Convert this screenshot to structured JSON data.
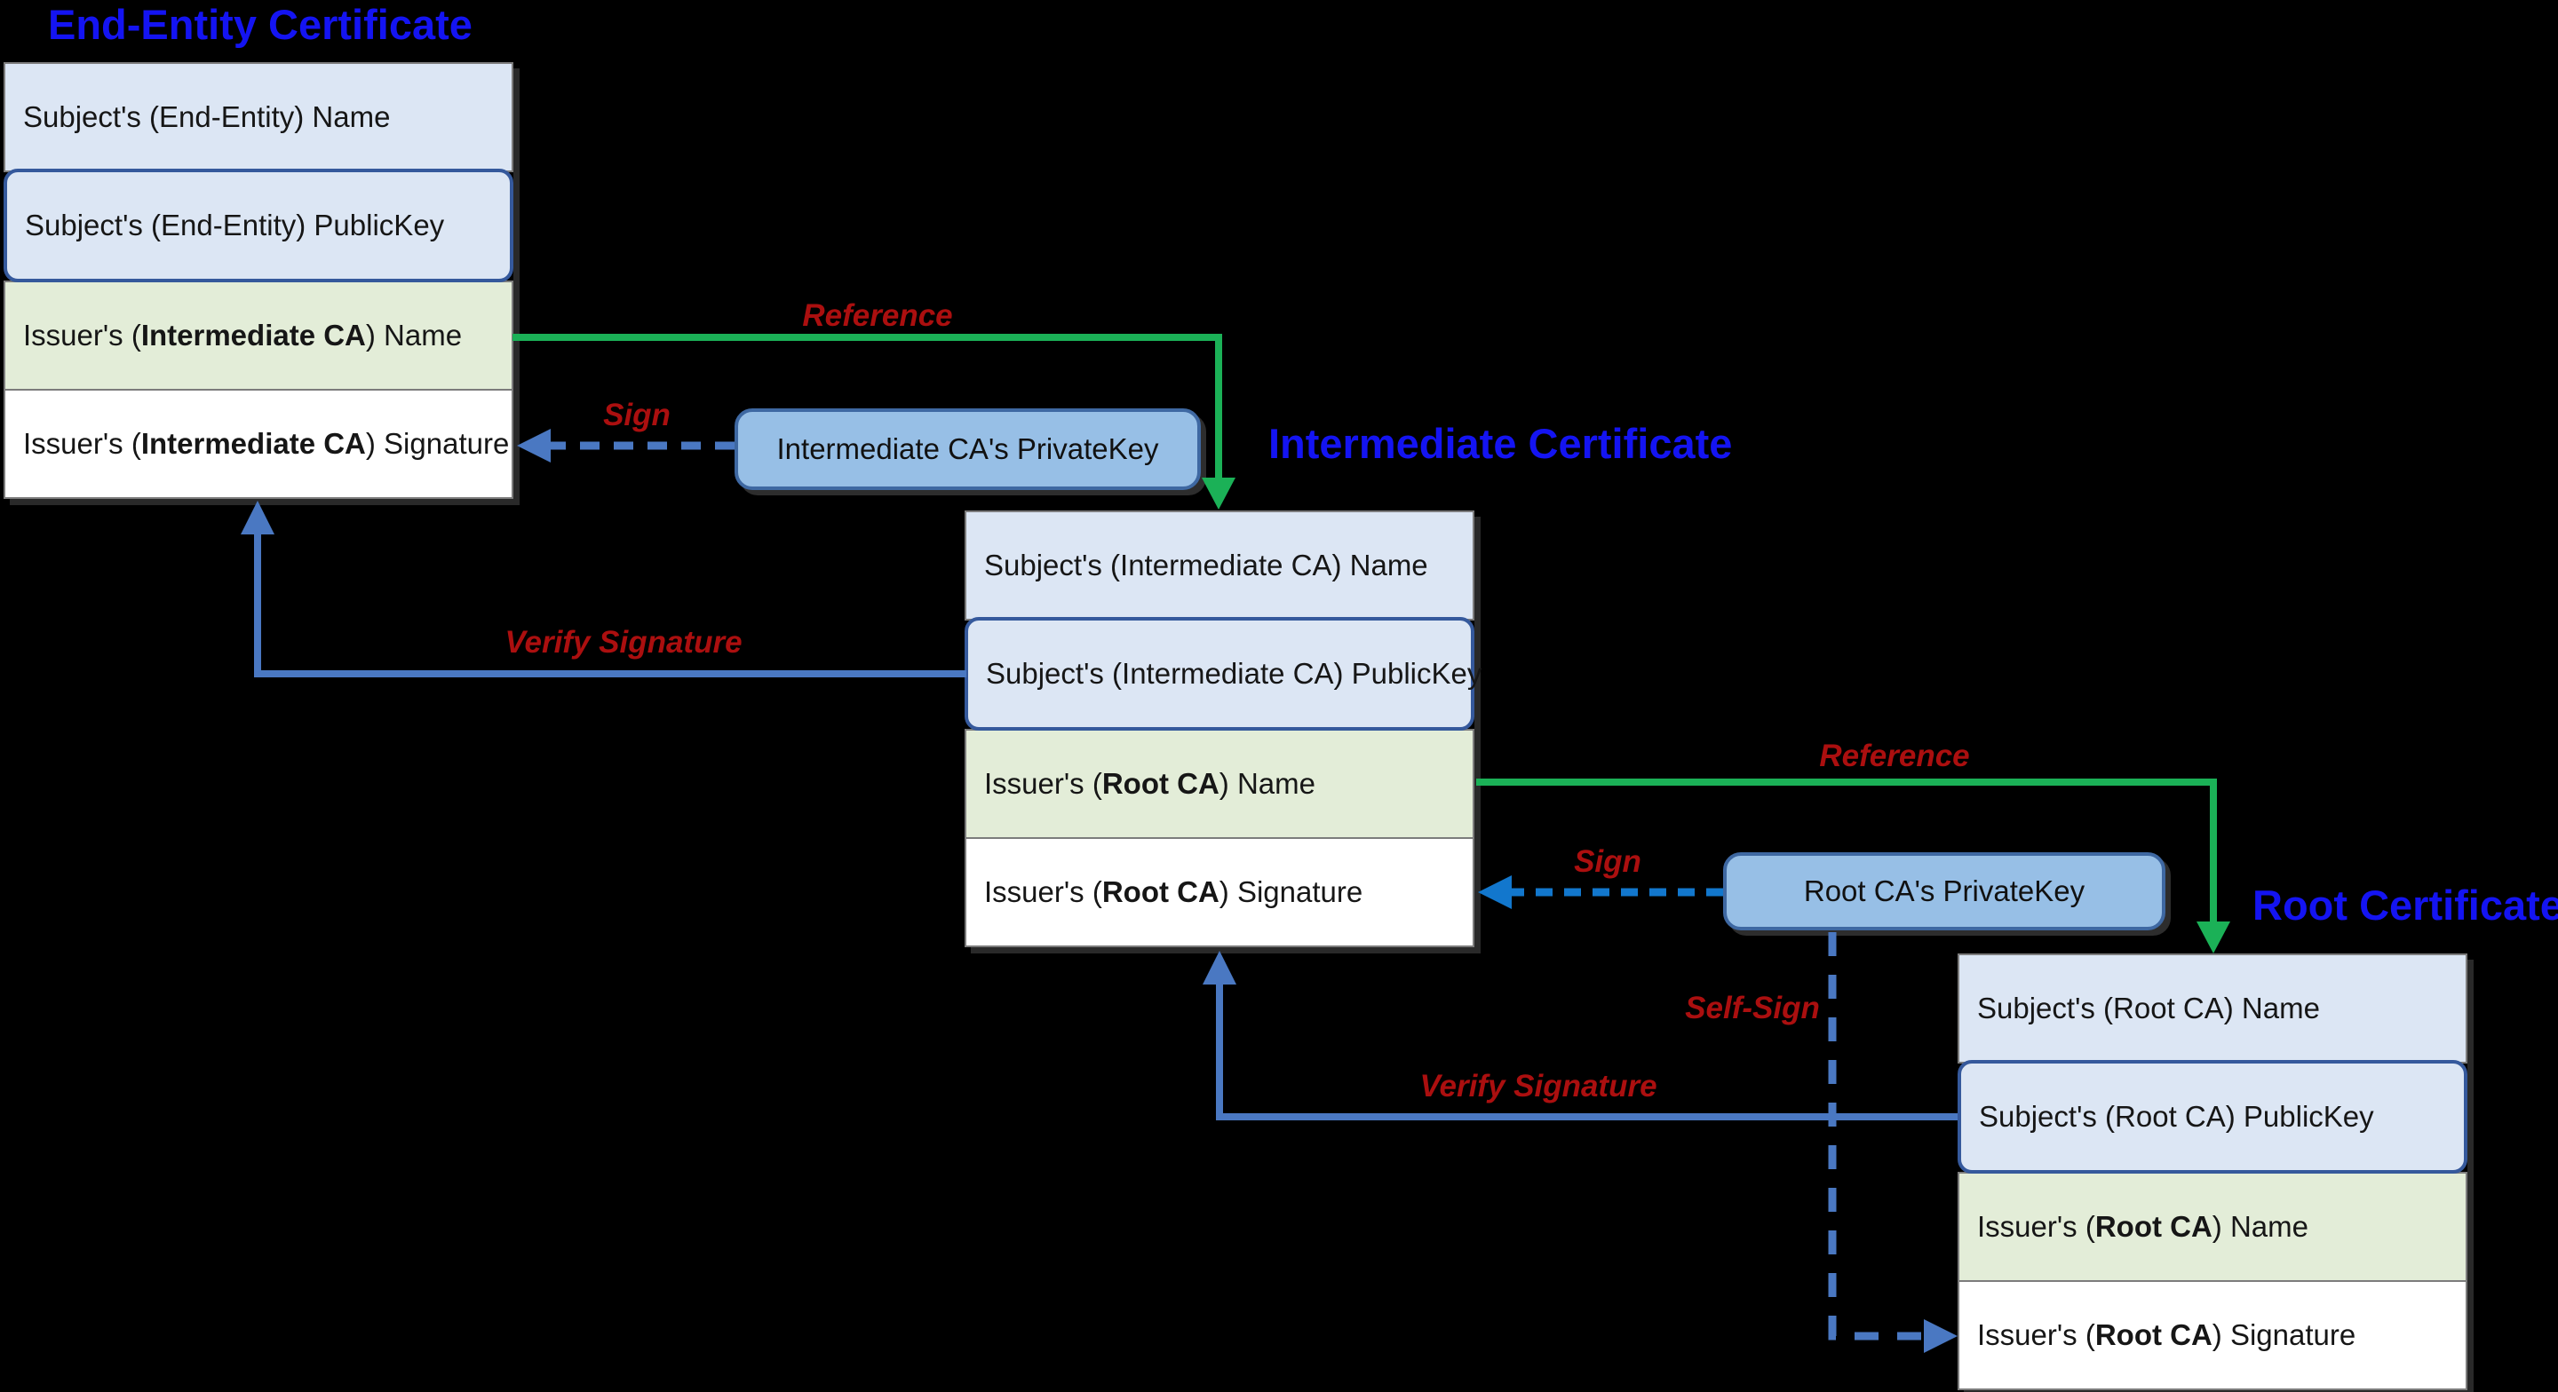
{
  "diagram_type": "pki-certificate-chain-of-trust",
  "background_color": "#000000",
  "colors": {
    "title_blue": "#1414f2",
    "label_red": "#ab0f0f",
    "reference_arrow_green": "#1bb157",
    "verify_sign_arrow_blue": "#4a78c2",
    "sign_arrow_bright_blue": "#1277cd",
    "row_light_blue": "#dce6f4",
    "row_light_green": "#e3edd8",
    "row_white": "#ffffff",
    "row_border_gray": "#7c7c7c",
    "publickey_border_blue": "#35599c",
    "privatekey_fill_blue": "#97bfe6",
    "privatekey_border_blue": "#3e68a2"
  },
  "certificates": {
    "end_entity": {
      "title": "End-Entity Certificate",
      "rows": [
        {
          "pre": "Subject's (End-Entity) Name",
          "bold": "",
          "post": ""
        },
        {
          "pre": "Subject's (End-Entity) PublicKey",
          "bold": "",
          "post": ""
        },
        {
          "pre": "Issuer's (",
          "bold": "Intermediate CA",
          "post": ") Name"
        },
        {
          "pre": "Issuer's (",
          "bold": "Intermediate CA",
          "post": ") Signature"
        }
      ]
    },
    "intermediate": {
      "title": "Intermediate Certificate",
      "rows": [
        {
          "pre": "Subject's (Intermediate CA) Name",
          "bold": "",
          "post": ""
        },
        {
          "pre": "Subject's (Intermediate CA) PublicKey",
          "bold": "",
          "post": ""
        },
        {
          "pre": "Issuer's (",
          "bold": "Root CA",
          "post": ") Name"
        },
        {
          "pre": "Issuer's (",
          "bold": "Root CA",
          "post": ") Signature"
        }
      ]
    },
    "root": {
      "title": "Root Certificate",
      "rows": [
        {
          "pre": "Subject's (Root CA) Name",
          "bold": "",
          "post": ""
        },
        {
          "pre": "Subject's (Root CA) PublicKey",
          "bold": "",
          "post": ""
        },
        {
          "pre": "Issuer's (",
          "bold": "Root CA",
          "post": ") Name"
        },
        {
          "pre": "Issuer's (",
          "bold": "Root CA",
          "post": ") Signature"
        }
      ]
    }
  },
  "private_keys": {
    "intermediate": "Intermediate CA's PrivateKey",
    "root": "Root CA's PrivateKey"
  },
  "arrow_labels": {
    "reference1": "Reference",
    "sign1": "Sign",
    "verify1": "Verify Signature",
    "reference2": "Reference",
    "sign2": "Sign",
    "self_sign": "Self-Sign",
    "verify2": "Verify Signature"
  },
  "arrows": [
    {
      "label": "Reference",
      "from": "end-entity issuer name",
      "to": "intermediate certificate top",
      "style": "solid green"
    },
    {
      "label": "Sign",
      "from": "intermediate CA privatekey",
      "to": "end-entity issuer signature",
      "style": "dashed blue"
    },
    {
      "label": "Verify Signature",
      "from": "intermediate subject publickey",
      "to": "end-entity certificate bottom",
      "style": "solid blue"
    },
    {
      "label": "Reference",
      "from": "intermediate issuer name",
      "to": "root certificate top",
      "style": "solid green"
    },
    {
      "label": "Sign",
      "from": "root CA privatekey",
      "to": "intermediate issuer signature",
      "style": "dashed bright blue"
    },
    {
      "label": "Self-Sign",
      "from": "root CA privatekey",
      "to": "root issuer signature",
      "style": "dashed blue"
    },
    {
      "label": "Verify Signature",
      "from": "root subject publickey",
      "to": "intermediate certificate bottom",
      "style": "solid blue"
    }
  ]
}
